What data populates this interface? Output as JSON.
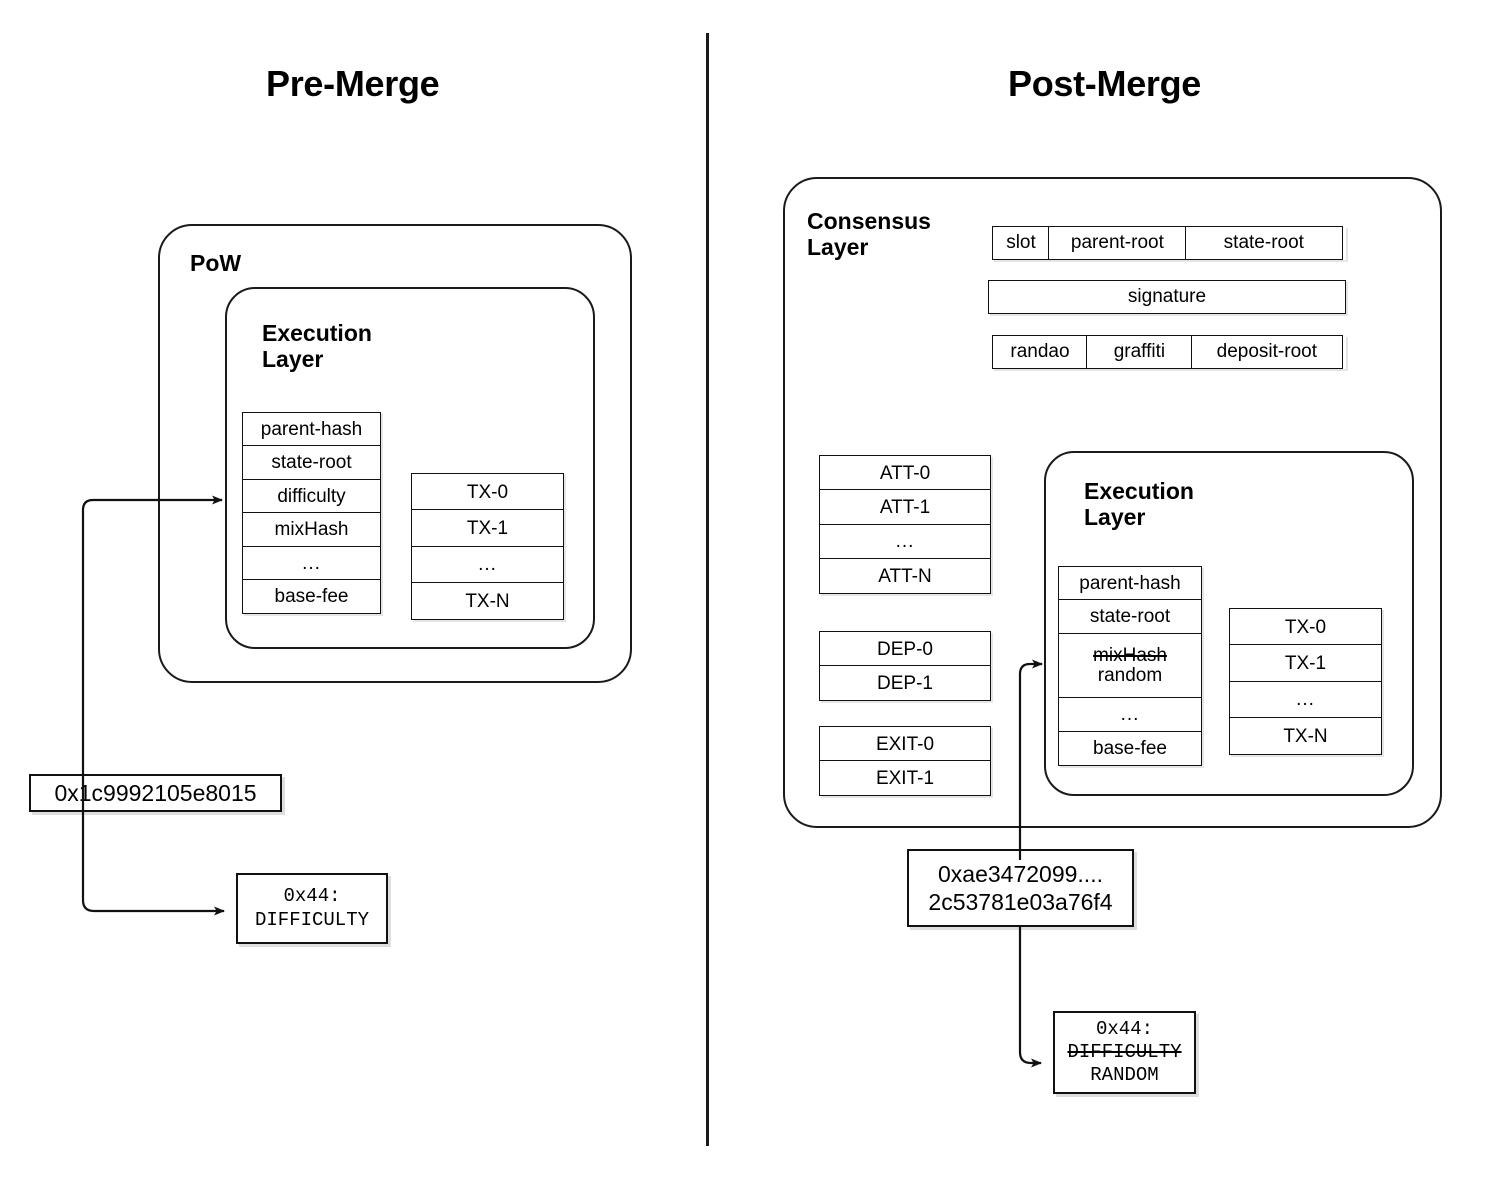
{
  "diagram": {
    "panels": [
      {
        "title": "Pre-Merge",
        "outer_label": "PoW",
        "inner_label": "Execution\nLayer",
        "header_fields": [
          "parent-hash",
          "state-root",
          "difficulty",
          "mixHash",
          "...",
          "base-fee"
        ],
        "tx_fields": [
          "TX-0",
          "TX-1",
          "...",
          "TX-N"
        ],
        "value_label": "0x1c9992105e8015",
        "opcode": {
          "code": "0x44:",
          "old_name": "DIFFICULTY",
          "new_name": ""
        }
      },
      {
        "title": "Post-Merge",
        "outer_label": "Consensus\nLayer",
        "inner_label": "Execution\nLayer",
        "consensus_rows": [
          [
            "slot",
            "parent-root",
            "state-root"
          ],
          [
            "signature"
          ],
          [
            "randao",
            "graffiti",
            "deposit-root"
          ]
        ],
        "attestations": [
          "ATT-0",
          "ATT-1",
          "...",
          "ATT-N"
        ],
        "deposits": [
          "DEP-0",
          "DEP-1"
        ],
        "exits": [
          "EXIT-0",
          "EXIT-1"
        ],
        "header_fields": [
          "parent-hash",
          "state-root",
          "mixHash",
          "random",
          "...",
          "base-fee"
        ],
        "header_struck_field": "mixHash",
        "header_new_field": "random",
        "tx_fields": [
          "TX-0",
          "TX-1",
          "...",
          "TX-N"
        ],
        "value_label_line1": "0xae3472099....",
        "value_label_line2": "2c53781e03a76f4",
        "opcode": {
          "code": "0x44:",
          "old_name": "DIFFICULTY",
          "new_name": "RANDOM"
        }
      }
    ],
    "colors": {
      "stroke": "#1a1a1a",
      "background": "#ffffff",
      "shadow": "rgba(0,0,0,0.12)"
    }
  }
}
